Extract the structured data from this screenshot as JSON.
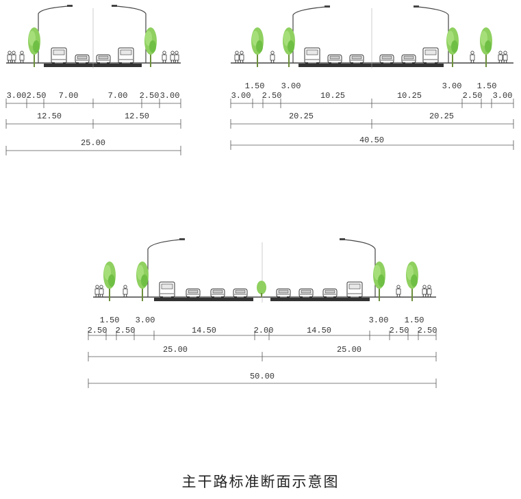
{
  "caption": "主干路标准断面示意图",
  "colors": {
    "tree": "#8fd060",
    "tree_dark": "#5ea83a",
    "line": "#444444",
    "road": "#333333"
  },
  "sections": [
    {
      "id": "section-25",
      "lanes": [
        "3.00",
        "2.50",
        "7.00",
        "7.00",
        "2.50",
        "3.00"
      ],
      "halves": [
        "12.50",
        "12.50"
      ],
      "total": "25.00"
    },
    {
      "id": "section-40-5",
      "top_labels": [
        "1.50",
        "3.00",
        "3.00",
        "1.50"
      ],
      "lanes": [
        "3.00",
        "2.50",
        "10.25",
        "10.25",
        "2.50",
        "3.00"
      ],
      "halves": [
        "20.25",
        "20.25"
      ],
      "total": "40.50"
    },
    {
      "id": "section-50",
      "top_labels": [
        "1.50",
        "3.00",
        "3.00",
        "1.50"
      ],
      "lanes": [
        "2.50",
        "2.50",
        "14.50",
        "2.00",
        "14.50",
        "2.50",
        "2.50"
      ],
      "halves": [
        "25.00",
        "25.00"
      ],
      "total": "50.00"
    }
  ]
}
